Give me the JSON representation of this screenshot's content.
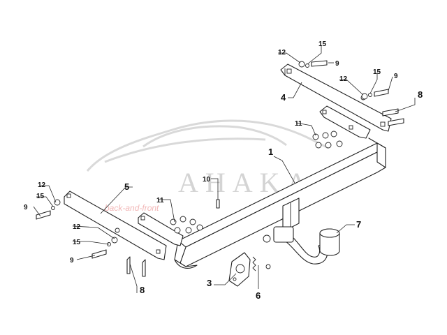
{
  "watermark": {
    "brand": "AHAKA",
    "tagline": "back-and-front"
  },
  "callouts": [
    {
      "id": "c1",
      "label": "1"
    },
    {
      "id": "c2",
      "label": "3"
    },
    {
      "id": "c3",
      "label": "4"
    },
    {
      "id": "c4",
      "label": "5"
    },
    {
      "id": "c5",
      "label": "6"
    },
    {
      "id": "c6",
      "label": "7"
    },
    {
      "id": "c7",
      "label": "8"
    },
    {
      "id": "c8",
      "label": "8"
    },
    {
      "id": "c9",
      "label": "9"
    },
    {
      "id": "c10",
      "label": "9"
    },
    {
      "id": "c11",
      "label": "9"
    },
    {
      "id": "c12",
      "label": "9"
    },
    {
      "id": "c13",
      "label": "10"
    },
    {
      "id": "c14",
      "label": "11"
    },
    {
      "id": "c15",
      "label": "11"
    },
    {
      "id": "c16",
      "label": "12"
    },
    {
      "id": "c17",
      "label": "12"
    },
    {
      "id": "c18",
      "label": "12"
    },
    {
      "id": "c19",
      "label": "12"
    },
    {
      "id": "c20",
      "label": "15"
    },
    {
      "id": "c21",
      "label": "15"
    },
    {
      "id": "c22",
      "label": "15"
    },
    {
      "id": "c23",
      "label": "15"
    }
  ]
}
